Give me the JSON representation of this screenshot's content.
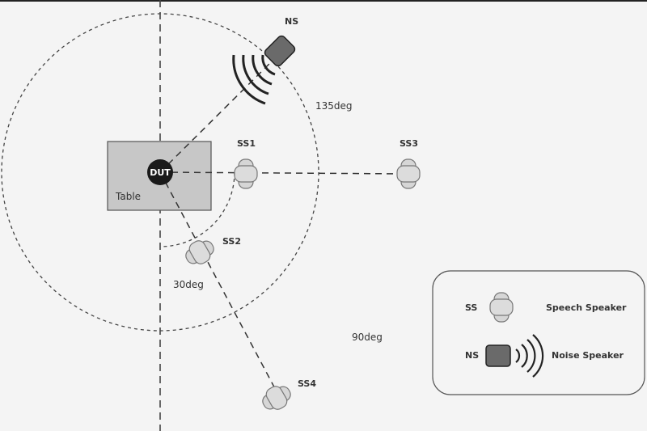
{
  "labels": {
    "ns": "NS",
    "angle_135": "135deg",
    "ss1": "SS1",
    "ss3": "SS3",
    "dut": "DUT",
    "table": "Table",
    "ss2": "SS2",
    "angle_30": "30deg",
    "angle_90": "90deg",
    "ss4": "SS4"
  },
  "legend": {
    "ss_key": "SS",
    "ss_desc": "Speech Speaker",
    "ns_key": "NS",
    "ns_desc": "Noise Speaker"
  },
  "colors": {
    "background": "#f4f4f4",
    "table_fill": "#c7c7c7",
    "dut_fill": "#1a1a1a",
    "speaker_fill": "#d6d6d6",
    "noise_speaker_fill": "#6a6a6a",
    "line": "#333333"
  }
}
